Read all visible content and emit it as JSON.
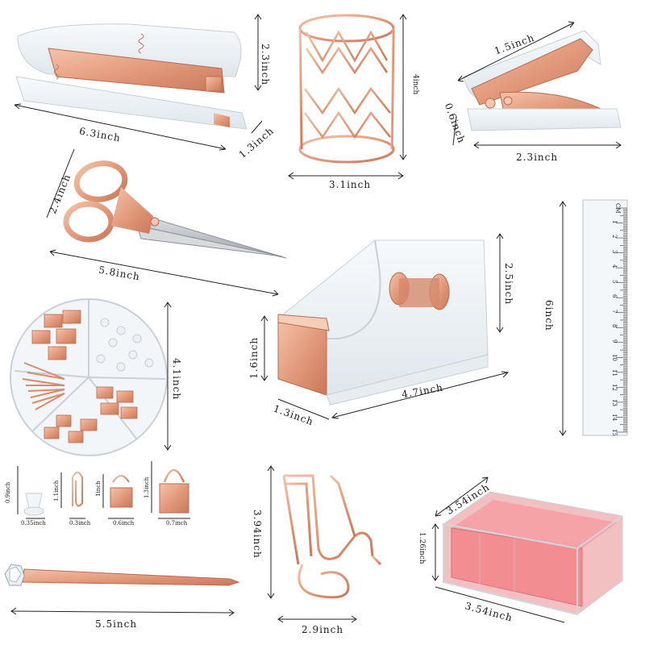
{
  "colors": {
    "rose_gold": "#e8a487",
    "rose_gold_dark": "#c97a5c",
    "acrylic": "#eef2f5",
    "pink_notes": "#f28e92",
    "steel": "#b9bcc0"
  },
  "items": {
    "stapler": {
      "name": "stapler",
      "length": "6.3inch",
      "height": "2.3inch",
      "width": "1.3inch"
    },
    "pen_holder": {
      "name": "pen-holder",
      "height": "4inch",
      "diameter": "3.1inch"
    },
    "staple_remover": {
      "name": "staple-remover",
      "length": "1.5inch",
      "height": "0.6inch",
      "base": "2.3inch"
    },
    "scissors": {
      "name": "scissors",
      "length": "5.8inch",
      "width": "2.4inch"
    },
    "tape_dispenser": {
      "name": "tape-dispenser",
      "height": "2.5inch",
      "front_height": "1.6inch",
      "depth": "1.3inch",
      "length": "4.7inch"
    },
    "ruler": {
      "name": "ruler",
      "length": "6inch",
      "unit_label": "CM",
      "ticks": [
        "1",
        "2",
        "3",
        "4",
        "5",
        "6",
        "7",
        "8",
        "9",
        "10",
        "11",
        "12",
        "13",
        "14",
        "15"
      ]
    },
    "clip_box": {
      "name": "clip-box",
      "diameter": "4.1inch"
    },
    "push_pin": {
      "height": "0.9inch",
      "width": "0.35inch"
    },
    "paper_clip": {
      "height": "1.1inch",
      "width": "0.3inch"
    },
    "small_binder": {
      "height": "1inch",
      "width": "0.6inch"
    },
    "large_binder": {
      "height": "1.3inch",
      "width": "0.7inch"
    },
    "pen": {
      "name": "pen",
      "length": "5.5inch"
    },
    "phone_stand": {
      "name": "phone-stand",
      "height": "3.94inch",
      "width": "2.9inch"
    },
    "memo_box": {
      "name": "memo-box",
      "top": "3.54inch",
      "height": "1.26inch",
      "bottom": "3.54inch"
    }
  }
}
